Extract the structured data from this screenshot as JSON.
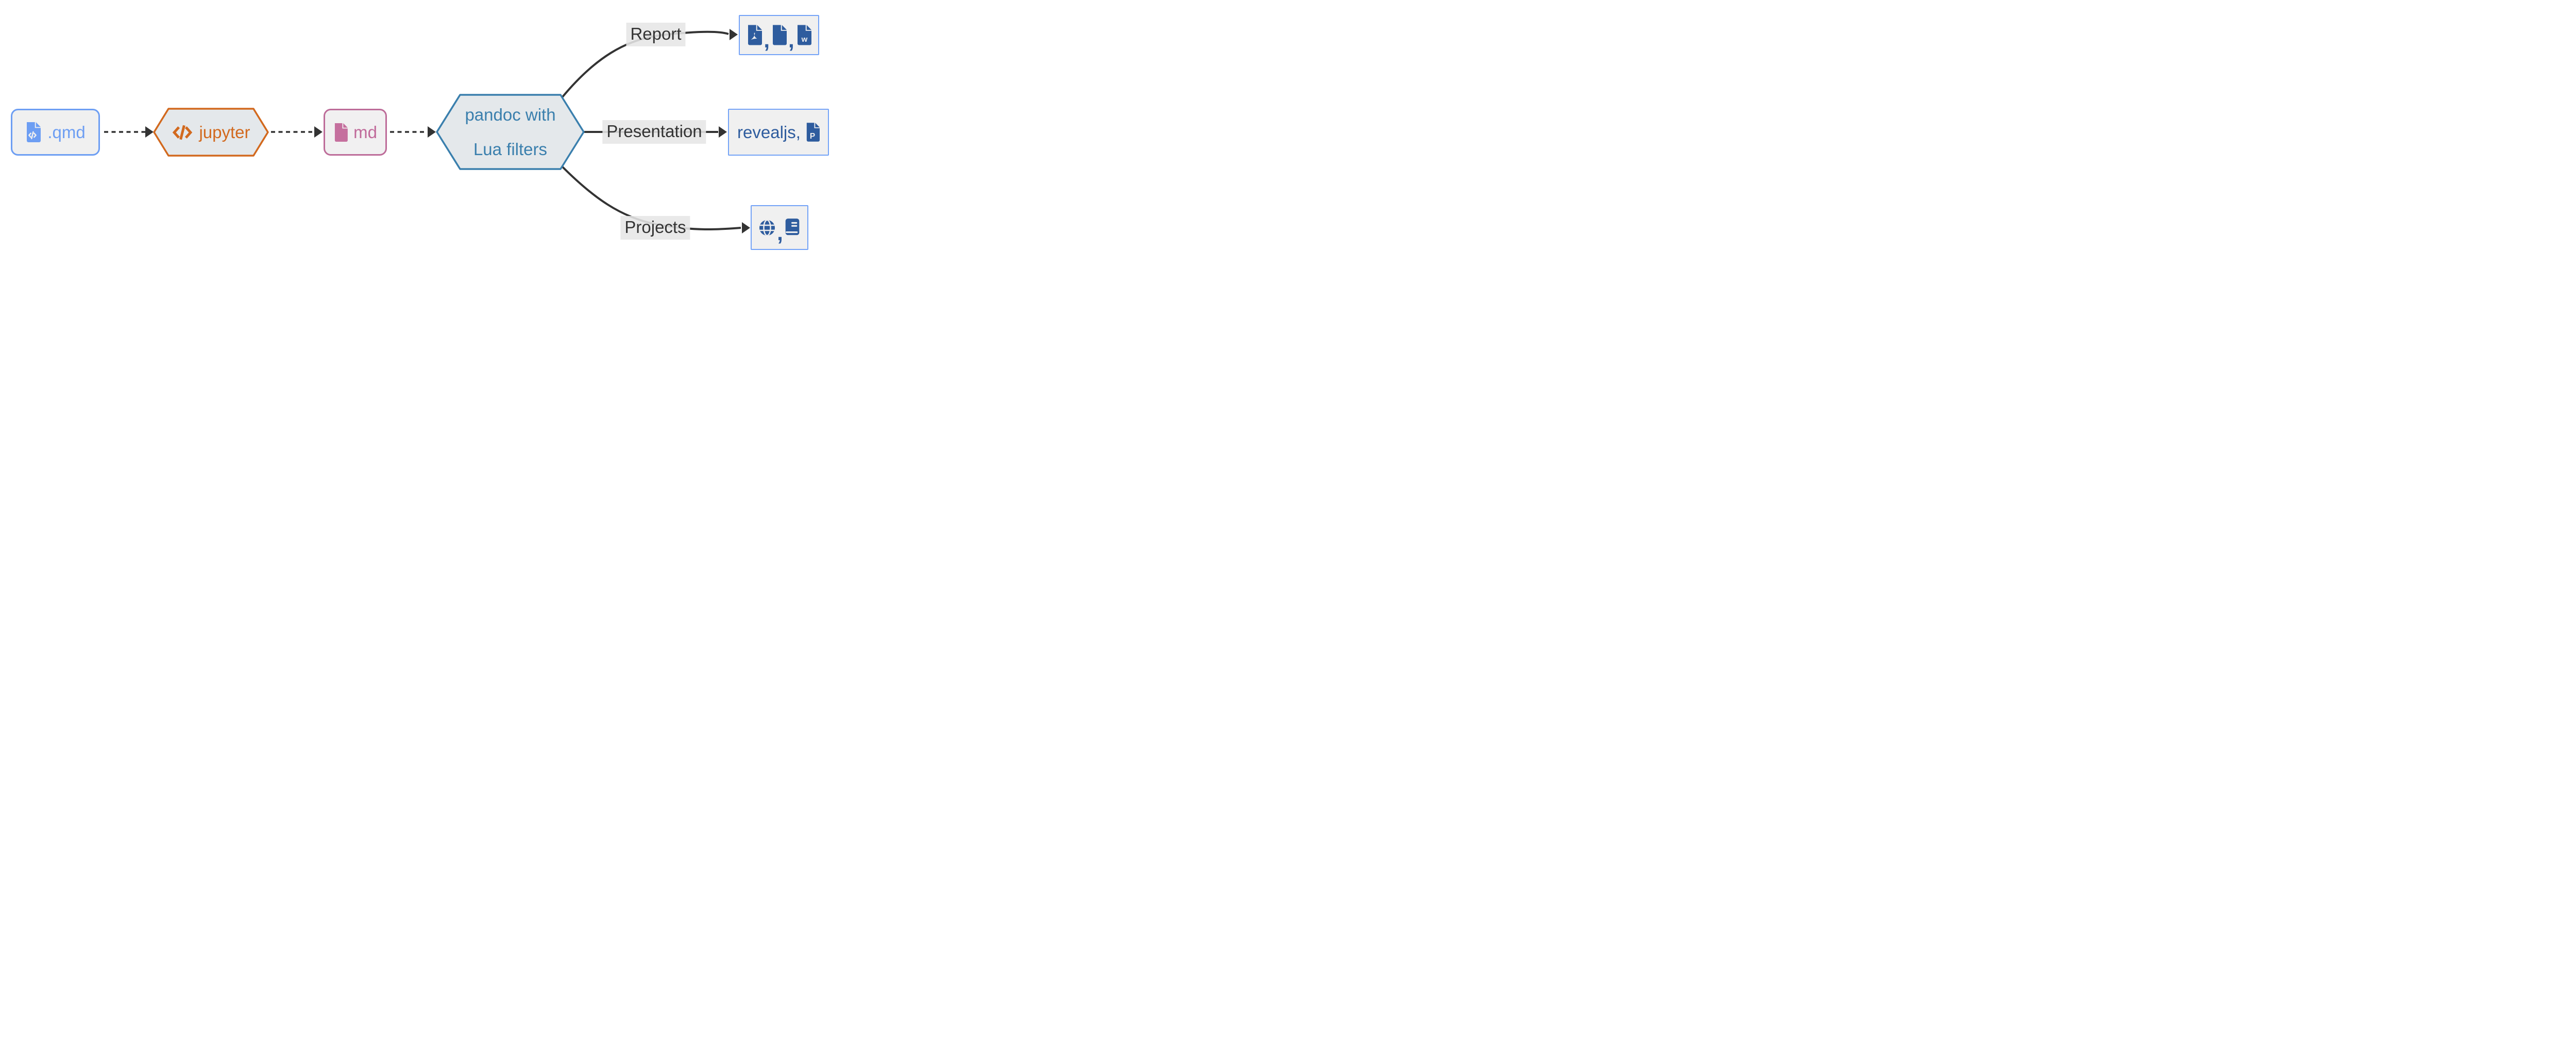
{
  "diagram": {
    "type": "flowchart",
    "background": "#FFFFFF",
    "edge_color": "#333333",
    "edge_label_bg": "#E6E6E6",
    "nodes": {
      "qmd": {
        "label": ".qmd",
        "shape": "rounded-rect",
        "icon": "file-code-icon",
        "accent": "#6D9EF3",
        "fill": "#F0F0F0"
      },
      "jupyter": {
        "label": "jupyter",
        "shape": "hexagon",
        "icon": "code-icon",
        "accent": "#D2691E",
        "fill": "#E4E8EB"
      },
      "md": {
        "label": "md",
        "shape": "rounded-rect",
        "icon": "file-icon",
        "accent": "#C06A9A",
        "fill": "#F1F0F1"
      },
      "pandoc": {
        "label_line1": "pandoc with",
        "label_line2": "Lua filters",
        "shape": "hexagon",
        "accent": "#3A7FAD",
        "fill": "#E4E8EB"
      },
      "report_outputs": {
        "icons": [
          "file-pdf-icon",
          "file-icon",
          "file-word-icon"
        ],
        "separator": ",",
        "icon_color": "#2E5C9E",
        "border": "#74A3F7"
      },
      "presentation_outputs": {
        "label": "revealjs,",
        "icons": [
          "file-powerpoint-icon"
        ],
        "text_color": "#2E5C9E",
        "border": "#74A3F7"
      },
      "project_outputs": {
        "icons": [
          "globe-icon",
          "book-icon"
        ],
        "separator": ",",
        "icon_color": "#2E5C9E",
        "border": "#74A3F7"
      }
    },
    "edges": [
      {
        "from": "qmd",
        "to": "jupyter",
        "style": "dashed",
        "label": ""
      },
      {
        "from": "jupyter",
        "to": "md",
        "style": "dashed",
        "label": ""
      },
      {
        "from": "md",
        "to": "pandoc",
        "style": "dashed",
        "label": ""
      },
      {
        "from": "pandoc",
        "to": "report_outputs",
        "style": "solid",
        "label": "Report"
      },
      {
        "from": "pandoc",
        "to": "presentation_outputs",
        "style": "solid",
        "label": "Presentation"
      },
      {
        "from": "pandoc",
        "to": "project_outputs",
        "style": "solid",
        "label": "Projects"
      }
    ],
    "edge_labels": {
      "report": "Report",
      "presentation": "Presentation",
      "projects": "Projects"
    },
    "glyphs": {
      "comma": ",",
      "word_file_letter": "w",
      "powerpoint_file_letter": "P"
    }
  }
}
